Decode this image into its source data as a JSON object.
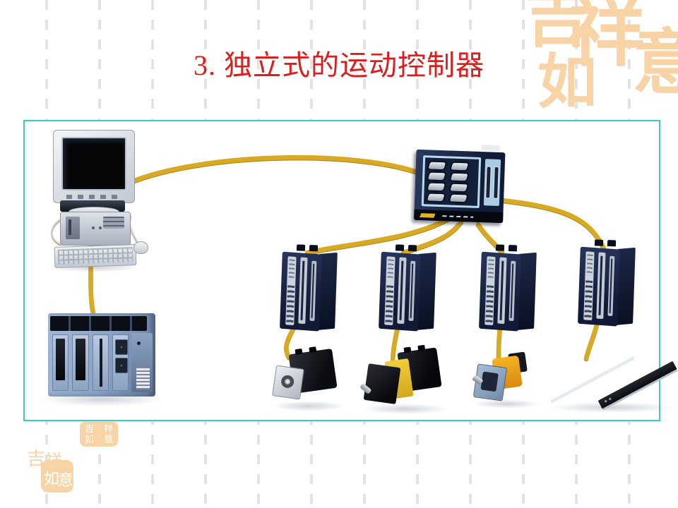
{
  "slide": {
    "title": "3. 独立式的运动控制器"
  },
  "colors": {
    "title": "#d9201f",
    "frame": "#3accc2",
    "cable": "#d8a923",
    "seal": "#f7d3a6"
  },
  "decor": {
    "seal_phrase": "吉祥如意",
    "chars": [
      "吉",
      "祥",
      "如",
      "意"
    ]
  },
  "figure": {
    "devices": [
      "desktop-computer",
      "motion-controller",
      "plc-module-rack",
      "servo-drive-1",
      "servo-drive-2",
      "servo-drive-3",
      "servo-drive-4",
      "servo-motor-black",
      "servo-motor-yellow",
      "servo-motor-orange",
      "linear-motor-rails"
    ]
  }
}
